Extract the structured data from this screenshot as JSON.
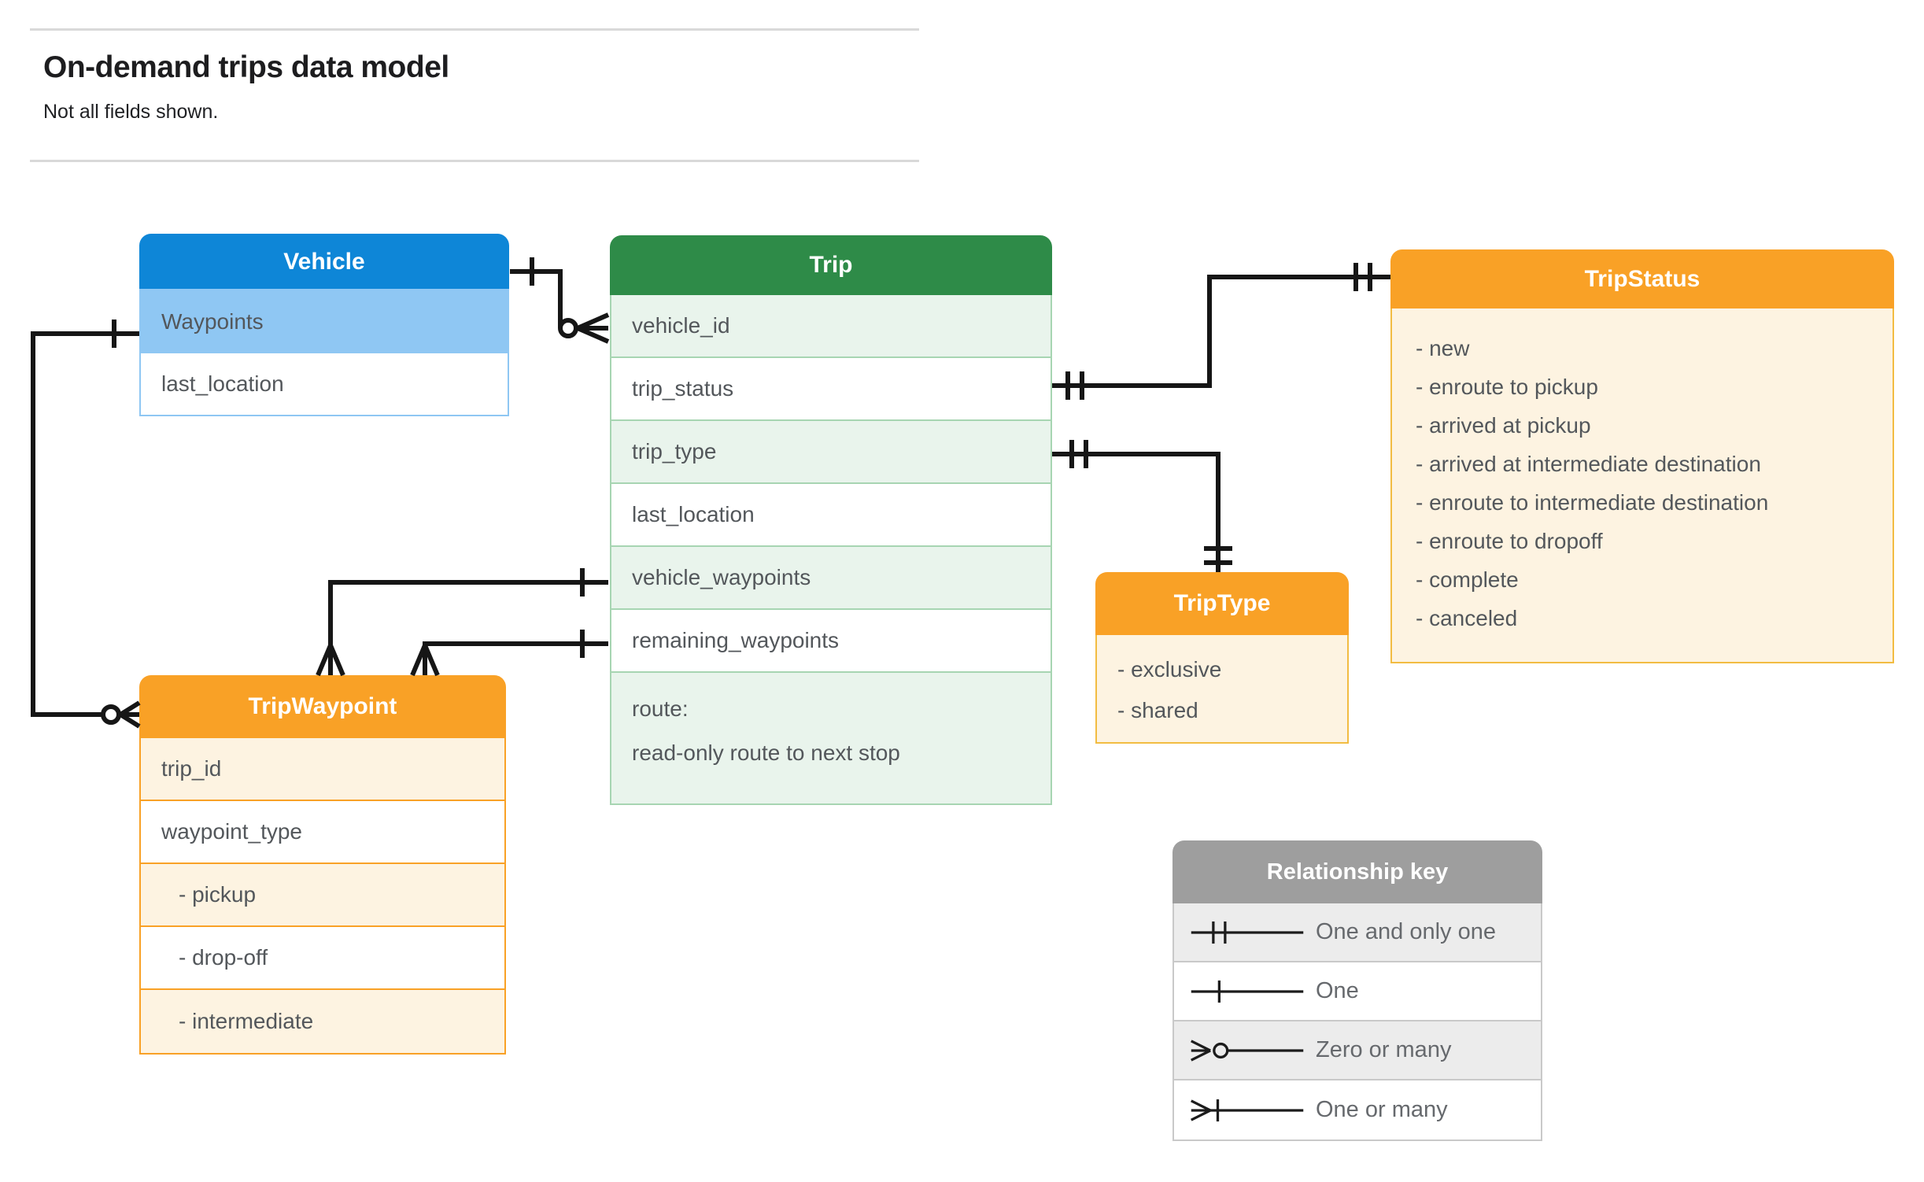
{
  "page": {
    "title": "On-demand trips data model",
    "subtitle": "Not all fields shown."
  },
  "entities": {
    "vehicle": {
      "title": "Vehicle",
      "fields": [
        "Waypoints",
        "last_location"
      ]
    },
    "trip": {
      "title": "Trip",
      "fields": [
        "vehicle_id",
        "trip_status",
        "trip_type",
        "last_location",
        "vehicle_waypoints",
        "remaining_waypoints"
      ],
      "route": [
        "route:",
        "read-only route to next stop"
      ]
    },
    "tripstatus": {
      "title": "TripStatus",
      "items": [
        "- new",
        "- enroute to pickup",
        "- arrived at pickup",
        "- arrived at intermediate destination",
        "- enroute to intermediate destination",
        "- enroute to dropoff",
        "- complete",
        "- canceled"
      ]
    },
    "triptype": {
      "title": "TripType",
      "items": [
        "- exclusive",
        "- shared"
      ]
    },
    "tripwaypoint": {
      "title": "TripWaypoint",
      "fields": [
        "trip_id",
        "waypoint_type",
        "- pickup",
        "- drop-off",
        "- intermediate"
      ]
    }
  },
  "legend": {
    "title": "Relationship key",
    "rows": [
      {
        "symbol": "one-and-only-one",
        "label": "One and only one"
      },
      {
        "symbol": "one",
        "label": "One"
      },
      {
        "symbol": "zero-or-many",
        "label": "Zero or many"
      },
      {
        "symbol": "one-or-many",
        "label": "One or many"
      }
    ]
  },
  "colors": {
    "blue": "#0E86D7",
    "blue_light": "#8FC7F3",
    "green": "#2E8B48",
    "green_light": "#E9F4EC",
    "green_border": "#A7D5B2",
    "orange": "#F9A126",
    "cream": "#FDF3E1",
    "cream_border": "#F2BC42",
    "gray": "#9E9E9E",
    "gray_light": "#ECECEC",
    "gray_border": "#C9C9C9",
    "connector": "#161616",
    "text_dark": "#1D1D1F",
    "text_field": "#53575B",
    "rule": "#D9D9D9"
  }
}
